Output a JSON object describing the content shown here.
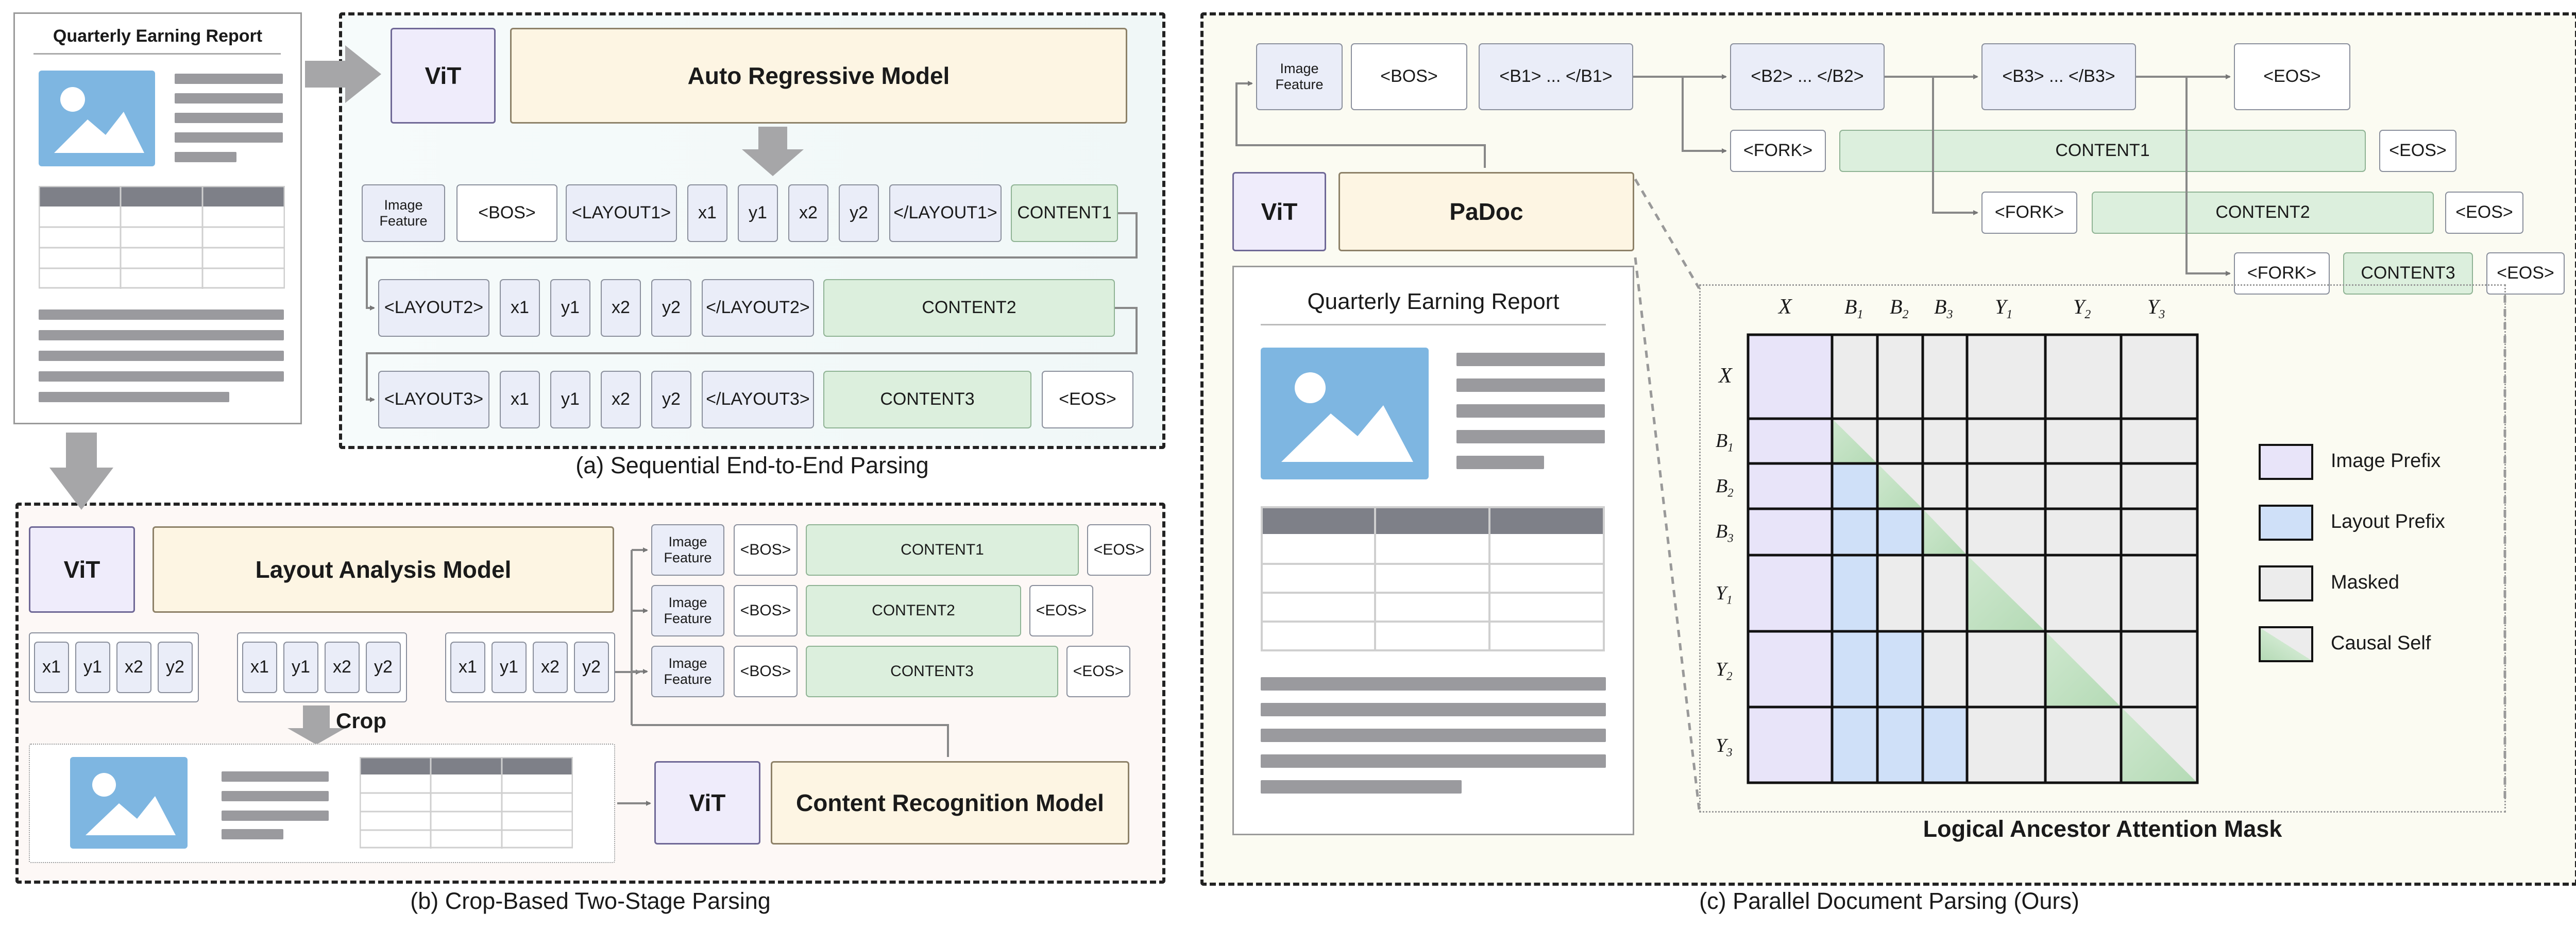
{
  "panel_a": {
    "caption": "(a) Sequential End-to-End Parsing",
    "vit": "ViT",
    "model": "Auto Regressive Model",
    "row1": [
      "Image Feature",
      "<BOS>",
      "<LAYOUT1>",
      "x1",
      "y1",
      "x2",
      "y2",
      "</LAYOUT1>",
      "CONTENT1"
    ],
    "row2": [
      "<LAYOUT2>",
      "x1",
      "y1",
      "x2",
      "y2",
      "</LAYOUT2>",
      "CONTENT2"
    ],
    "row3": [
      "<LAYOUT3>",
      "x1",
      "y1",
      "x2",
      "y2",
      "</LAYOUT3>",
      "CONTENT3",
      "<EOS>"
    ]
  },
  "left_doc": {
    "title": "Quarterly Earning Report"
  },
  "panel_b": {
    "caption": "(b) Crop-Based Two-Stage Parsing",
    "vit": "ViT",
    "model": "Layout Analysis Model",
    "coords": [
      "x1",
      "y1",
      "x2",
      "y2"
    ],
    "crop_label": "Crop",
    "vit2": "ViT",
    "model2": "Content Recognition Model",
    "rows": [
      {
        "feature": "Image Feature",
        "bos": "<BOS>",
        "content": "CONTENT1",
        "eos": "<EOS>"
      },
      {
        "feature": "Image Feature",
        "bos": "<BOS>",
        "content": "CONTENT2",
        "eos": "<EOS>"
      },
      {
        "feature": "Image Feature",
        "bos": "<BOS>",
        "content": "CONTENT3",
        "eos": "<EOS>"
      }
    ]
  },
  "panel_c": {
    "caption": "(c) Parallel Document Parsing (Ours)",
    "feature": "Image Feature",
    "bos": "<BOS>",
    "b1": "<B1> ... </B1>",
    "b2": "<B2> ... </B2>",
    "b3": "<B3> ... </B3>",
    "eos": "<EOS>",
    "fork": "<FORK>",
    "contents": [
      "CONTENT1",
      "CONTENT2",
      "CONTENT3"
    ],
    "vit": "ViT",
    "model": "PaDoc",
    "doc_title": "Quarterly Earning Report",
    "mask_title": "Logical Ancestor Attention Mask",
    "mask_cols": [
      "X",
      "B1",
      "B2",
      "B3",
      "Y1",
      "Y2",
      "Y3"
    ],
    "mask_rows": [
      "X",
      "B1",
      "B2",
      "B3",
      "Y1",
      "Y2",
      "Y3"
    ],
    "legend": [
      "Image Prefix",
      "Layout Prefix",
      "Masked",
      "Causal Self"
    ]
  },
  "colors": {
    "image_prefix": "#e8e4f9",
    "layout_prefix": "#cfe0f8",
    "masked": "#ececec",
    "causal": "#cfe8cf",
    "content": "#dcefdd",
    "layout_token": "#eaedf8"
  }
}
